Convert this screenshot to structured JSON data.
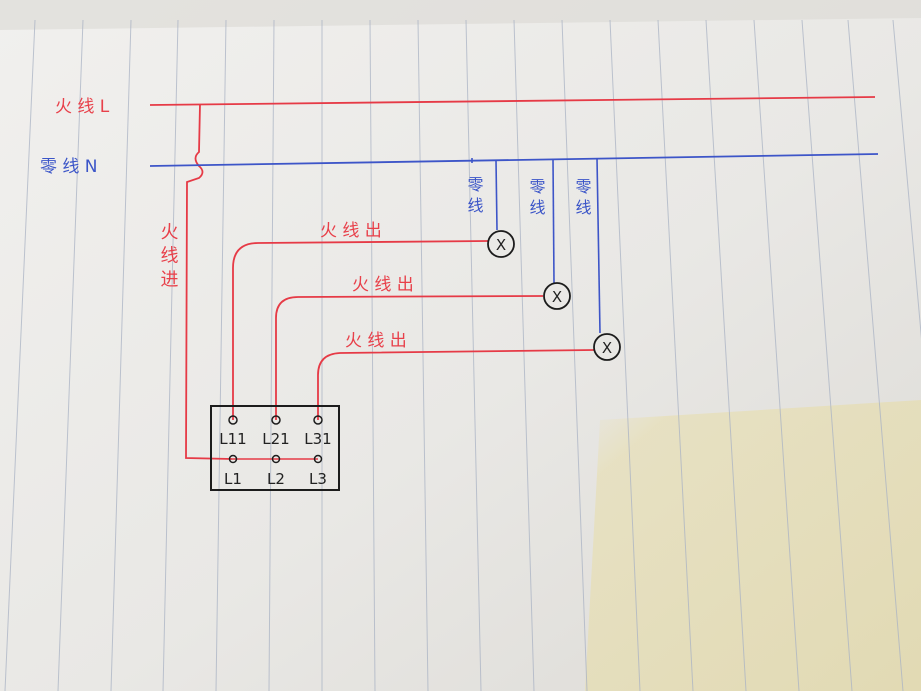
{
  "colors": {
    "paper": "#ecebe8",
    "ruling": "#aab3c4",
    "live_wire": "#e63a46",
    "neutral_wire": "#3d55c8",
    "ink": "#1c1c1c"
  },
  "labels": {
    "live_line": "火 线 L",
    "neutral_line": "零 线 N",
    "live_in": "火 线 进",
    "live_out_1": "火 线 出",
    "live_out_2": "火 线 出",
    "live_out_3": "火 线 出",
    "neutral_drop_1": "零 线",
    "neutral_drop_2": "零 线",
    "neutral_drop_3": "零 线"
  },
  "lamps": {
    "lamp_1": "X",
    "lamp_2": "X",
    "lamp_3": "X"
  },
  "switch_box": {
    "top_terminals": [
      "L11",
      "L21",
      "L31"
    ],
    "bottom_terminals": [
      "L1",
      "L2",
      "L3"
    ]
  }
}
